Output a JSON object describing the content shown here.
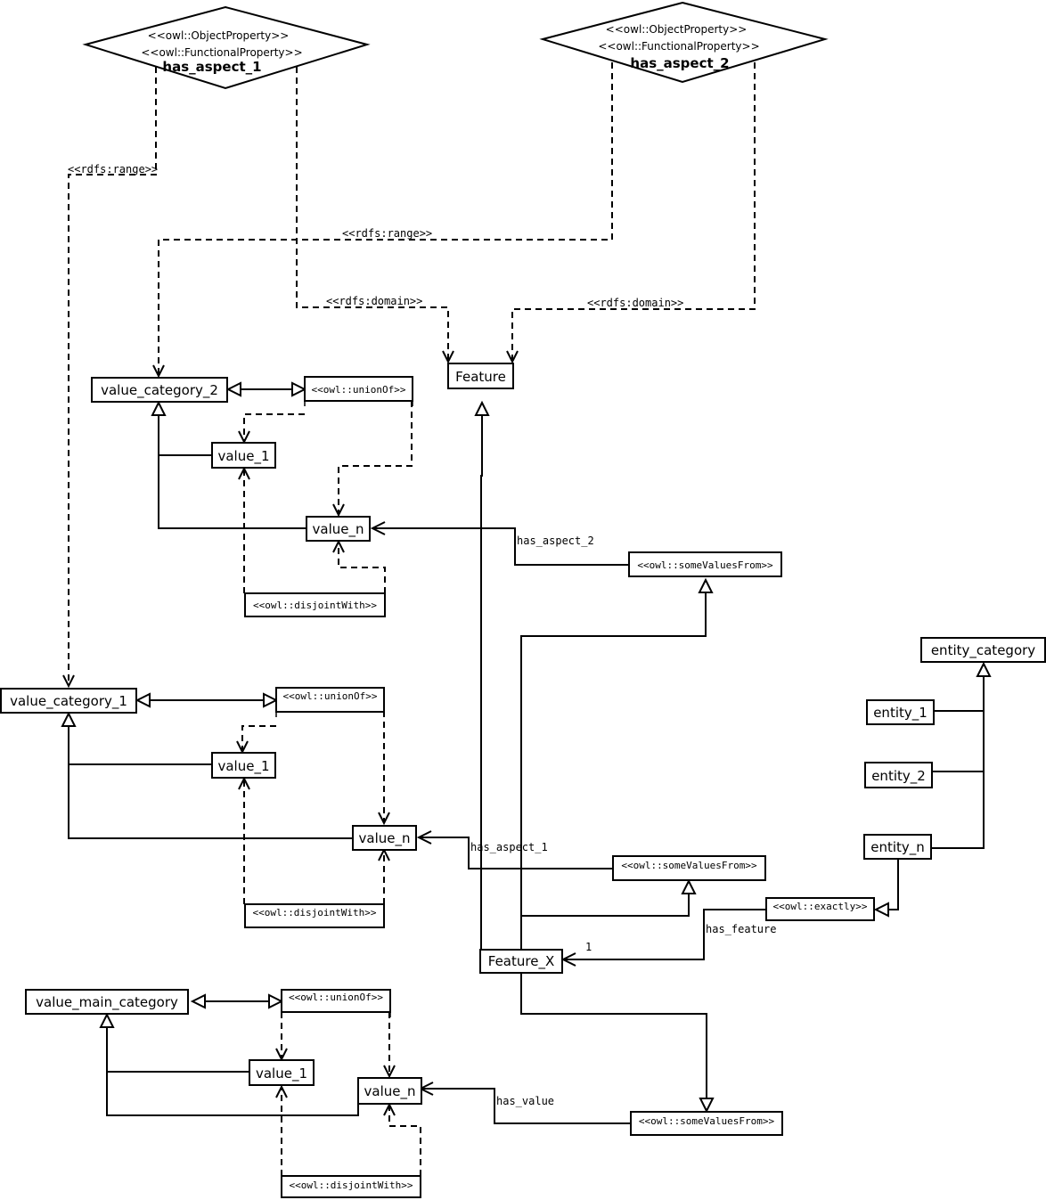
{
  "properties": [
    {
      "stereotype1": "<<owl::ObjectProperty>>",
      "stereotype2": "<<owl::FunctionalProperty>>",
      "name": "has_aspect_1"
    },
    {
      "stereotype1": "<<owl::ObjectProperty>>",
      "stereotype2": "<<owl::FunctionalProperty>>",
      "name": "has_aspect_2"
    }
  ],
  "classes": {
    "feature": "Feature",
    "feature_x": "Feature_X",
    "value_category_2": "value_category_2",
    "value_category_1": "value_category_1",
    "value_main_category": "value_main_category",
    "entity_category": "entity_category",
    "entity_1": "entity_1",
    "entity_2": "entity_2",
    "entity_n": "entity_n",
    "value_1": "value_1",
    "value_n": "value_n"
  },
  "stereotypes": {
    "union_of": "<<owl::unionOf>>",
    "disjoint_with": "<<owl::disjointWith>>",
    "some_values_from": "<<owl::someValuesFrom>>",
    "exactly": "<<owl::exactly>>"
  },
  "edge_labels": {
    "rdfs_range": "<<rdfs:range>>",
    "rdfs_domain": "<<rdfs:domain>>",
    "has_aspect_1": "has_aspect_1",
    "has_aspect_2": "has_aspect_2",
    "has_feature": "has_feature",
    "has_value": "has_value",
    "cardinality": "1"
  }
}
